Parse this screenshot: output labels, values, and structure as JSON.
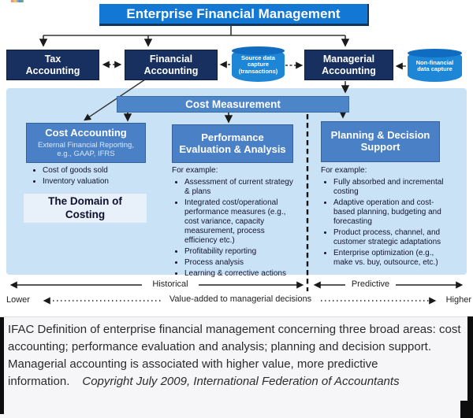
{
  "colors": {
    "title_blue": "#1377d4",
    "navy": "#18305f",
    "cylinder_blue": "#1e86d6",
    "panel_blue": "#c9e2f6",
    "bar_blue": "#4d85c9",
    "box_blue": "#4a80c6",
    "domain_bg": "#e8f0fa",
    "caption_bg": "#f6f6f8"
  },
  "diagram": {
    "title": "Enterprise Financial Management",
    "boxes": {
      "tax": "Tax\nAccounting",
      "financial": "Financial\nAccounting",
      "managerial": "Managerial\nAccounting"
    },
    "cylinders": {
      "source": "Source data\ncapture\n(transactions)",
      "non_financial": "Non-financial\ndata capture"
    },
    "cost_measurement": "Cost Measurement",
    "cost_accounting": {
      "title": "Cost Accounting",
      "subtitle": "External Financial Reporting,\ne.g., GAAP, IFRS",
      "bullets": [
        "Cost of goods sold",
        "Inventory valuation"
      ],
      "domain_label": "The Domain of\nCosting"
    },
    "performance": {
      "title": "Performance\nEvaluation & Analysis",
      "intro": "For example:",
      "bullets": [
        "Assessment of current strategy & plans",
        "Integrated cost/operational performance measures (e.g., cost variance, capacity measurement, process efficiency etc.)",
        "Profitability reporting",
        "Process analysis",
        "Learning & corrective actions"
      ]
    },
    "planning": {
      "title": "Planning & Decision\nSupport",
      "intro": "For example:",
      "bullets": [
        "Fully absorbed and incremental costing",
        "Adaptive operation and cost-based planning, budgeting and forecasting",
        "Product process, channel, and customer strategic adaptations",
        "Enterprise optimization (e.g., make vs. buy, outsource, etc.)"
      ]
    },
    "axis": {
      "historical": "Historical",
      "predictive": "Predictive",
      "lower": "Lower",
      "higher": "Higher",
      "value_added": "Value-added to managerial decisions"
    }
  },
  "caption": {
    "text": "IFAC Definition of enterprise financial management concerning three broad areas: cost accounting; performance evaluation and analysis; planning and decision support. Managerial accounting is associated with higher value, more predictive information.",
    "copyright": "Copyright July 2009, International Federation of Accountants"
  }
}
